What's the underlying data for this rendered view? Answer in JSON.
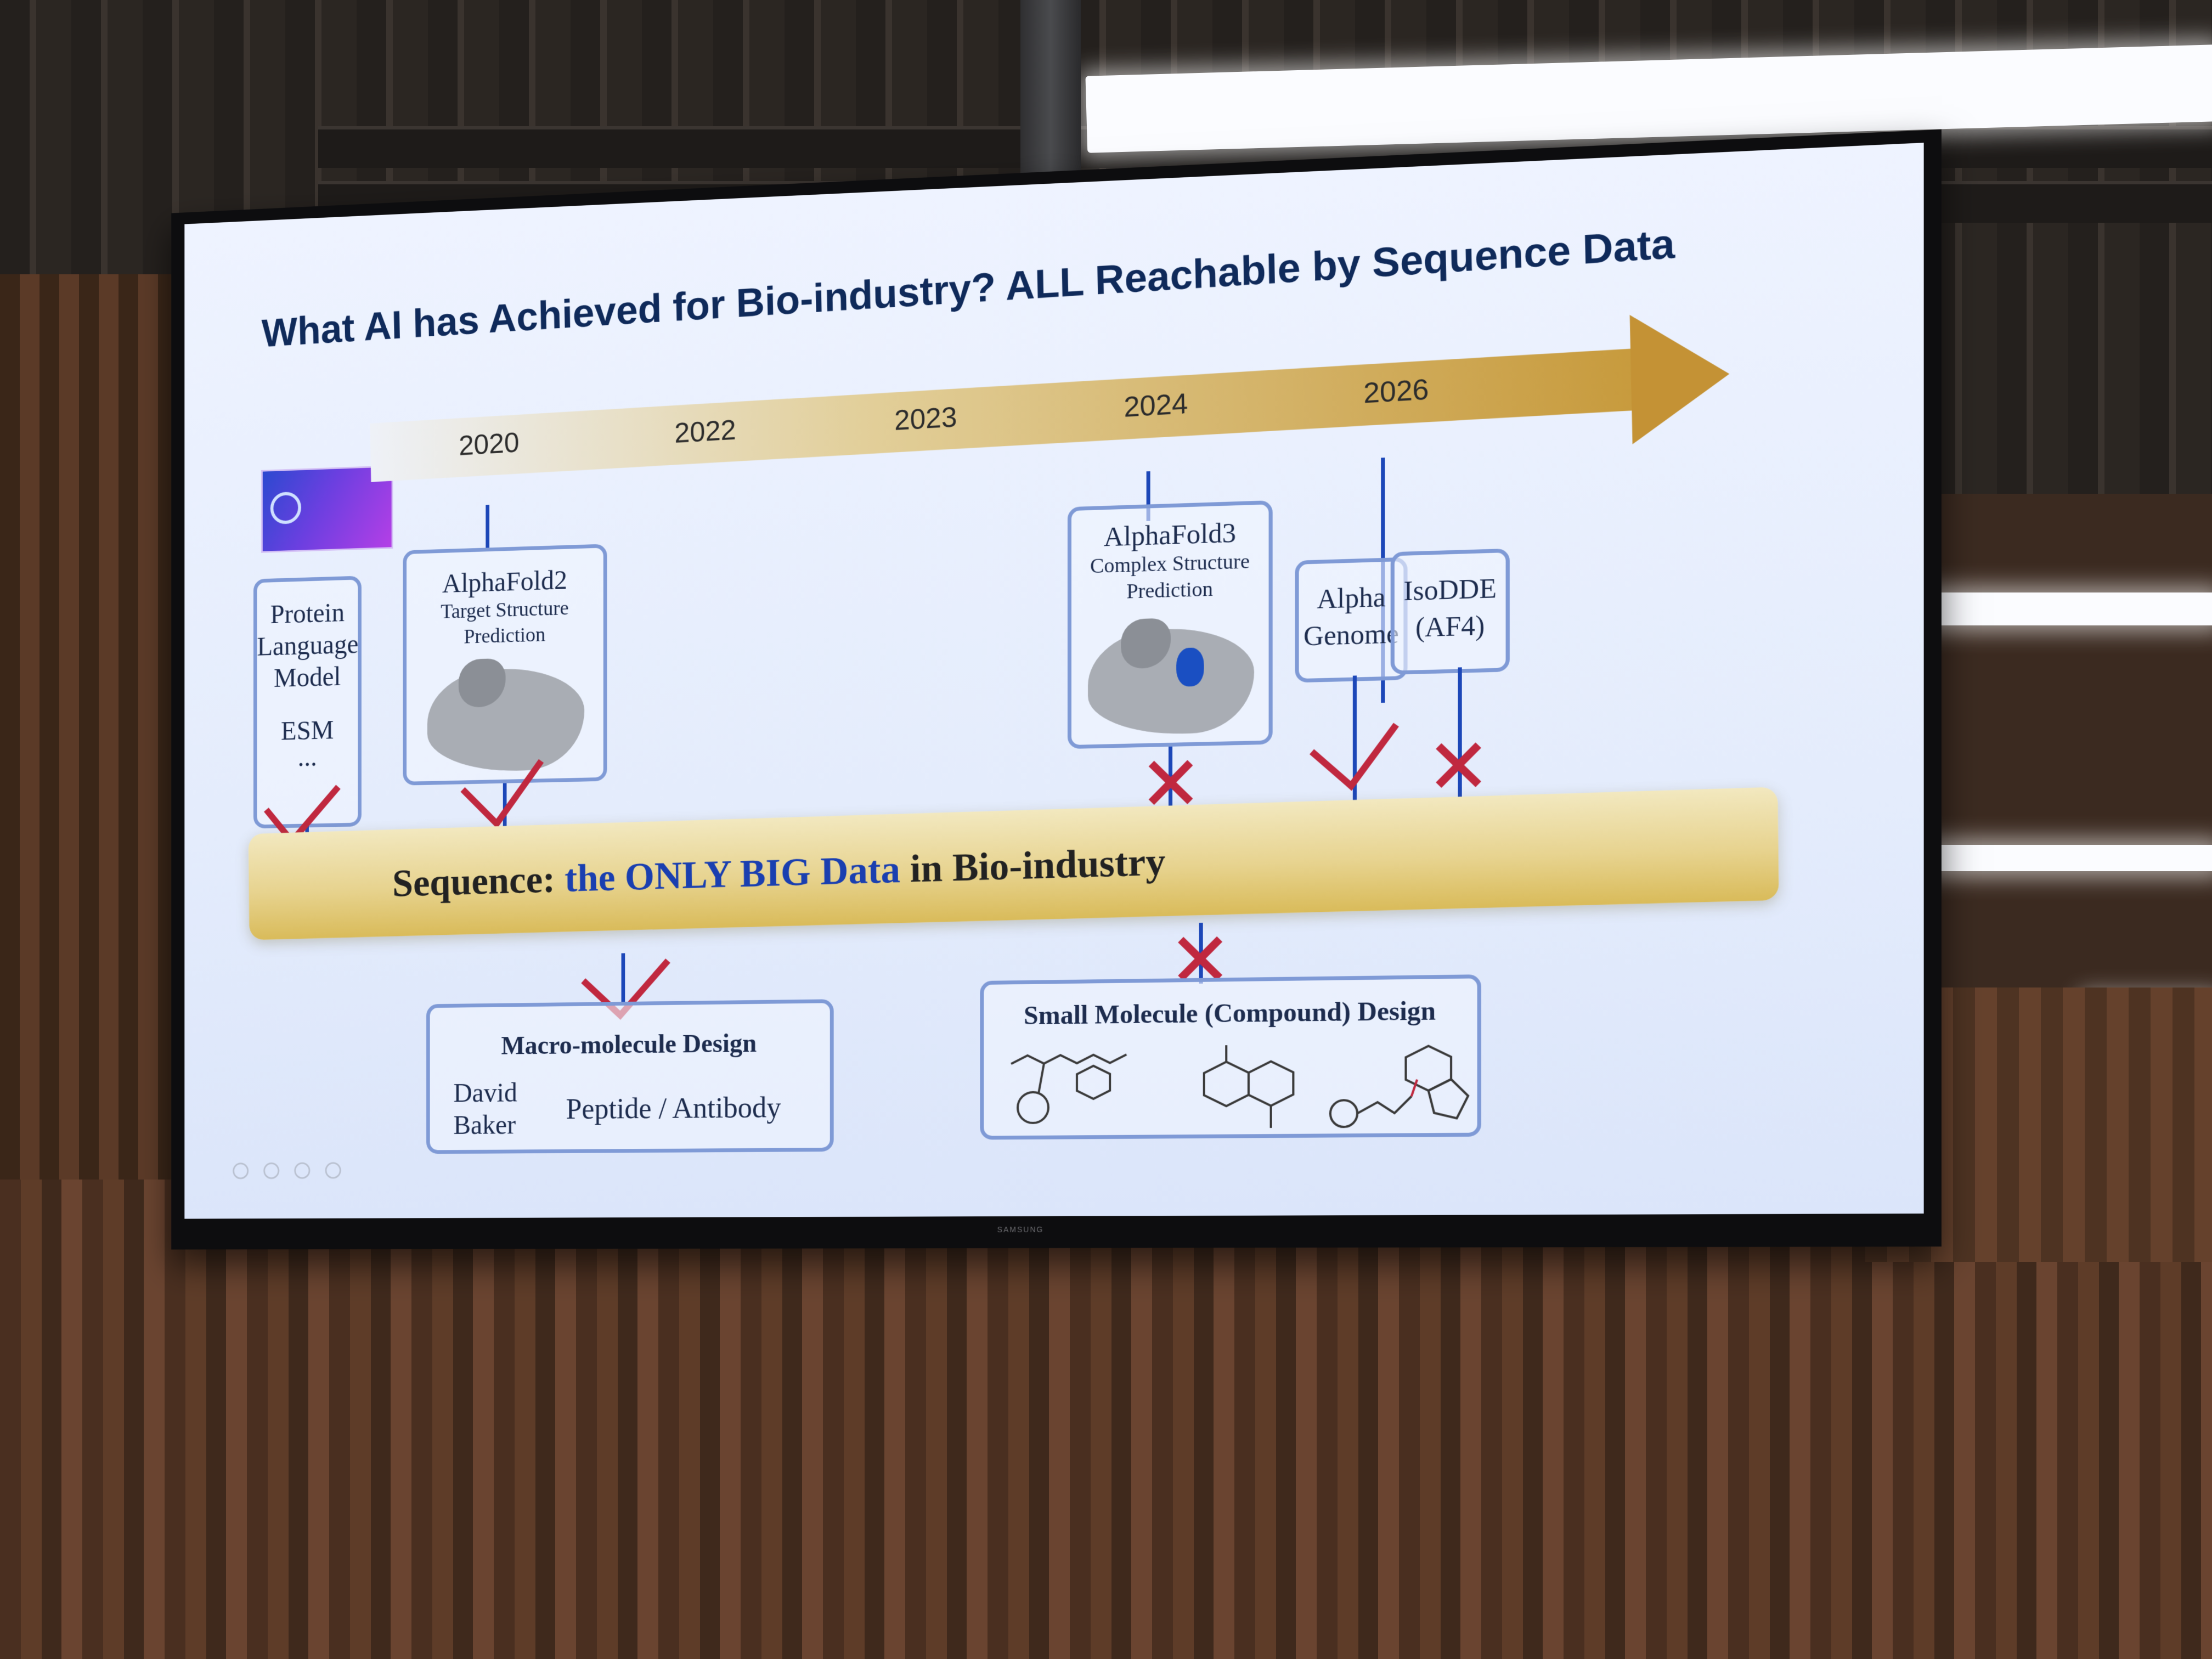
{
  "slide": {
    "title": "What AI has Achieved for Bio-industry? ALL Reachable by Sequence Data",
    "years": [
      "2020",
      "2022",
      "2023",
      "2024",
      "2026"
    ],
    "cards": {
      "plm": {
        "line1": "Protein",
        "line2": "Language",
        "line3": "Model",
        "line4": "ESM",
        "line5": "..."
      },
      "af2": {
        "title": "AlphaFold2",
        "sub1": "Target Structure",
        "sub2": "Prediction"
      },
      "af3": {
        "title": "AlphaFold3",
        "sub1": "Complex Structure",
        "sub2": "Prediction"
      },
      "alphagenome": {
        "line1": "Alpha",
        "line2": "Genome"
      },
      "isodde": {
        "line1": "IsoDDE",
        "line2": "(AF4)"
      },
      "macro": {
        "title": "Macro-molecule Design",
        "person1": "David",
        "person2": "Baker",
        "topic": "Peptide / Antibody"
      },
      "small": {
        "title": "Small Molecule (Compound) Design"
      }
    },
    "band": {
      "prefix": "Sequence: ",
      "highlight": "the ONLY BIG Data",
      "suffix": " in Bio-industry"
    },
    "marks": {
      "plm": "check",
      "af2": "check",
      "af3": "cross",
      "alphagenome": "check",
      "isodde": "cross",
      "macro": "check",
      "small": "cross"
    }
  },
  "tv": {
    "brand": "SAMSUNG"
  },
  "colors": {
    "accent_blue": "#1c47b8",
    "check_red": "#c0283f",
    "arrow_gold": "#c49235",
    "slide_bg": "#e6eefc"
  }
}
